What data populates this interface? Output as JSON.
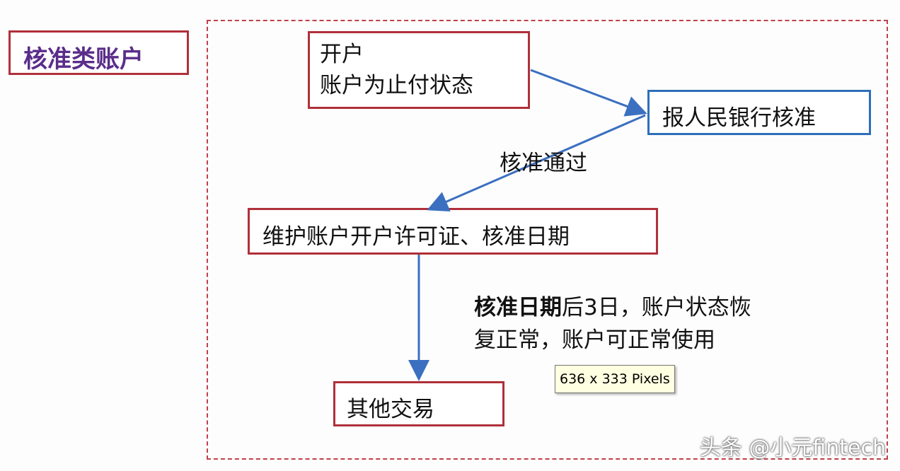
{
  "title": "核准类账户",
  "nodes": {
    "open_line1": "开户",
    "open_line2": "账户为止付状态",
    "pboc": "报人民银行核准",
    "maintain": "维护账户开户许可证、核准日期",
    "other": "其他交易"
  },
  "edge_label": "核准通过",
  "note": {
    "bold": "核准日期",
    "line1_rest": "后3日，账户状态恢",
    "line2": "复正常，账户可正常使用"
  },
  "tooltip": "636 x 333 Pixels",
  "watermark": "头条 @小元fintech",
  "colors": {
    "red_border": "#b0303a",
    "blue_border": "#2e6fb8",
    "arrow": "#3b6fc0",
    "title": "#5a2d8a"
  }
}
